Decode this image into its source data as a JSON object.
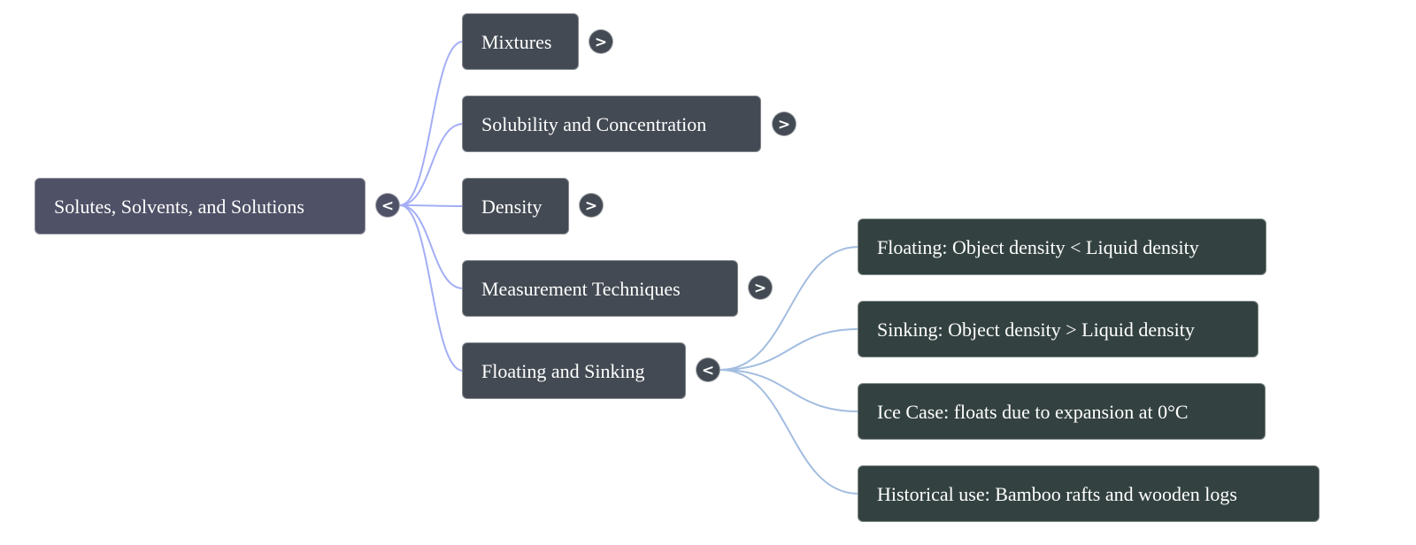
{
  "mindmap": {
    "root": {
      "label": "Solutes, Solvents, and Solutions",
      "toggle": "<",
      "expanded": true
    },
    "children": [
      {
        "label": "Mixtures",
        "toggle": ">",
        "expanded": false
      },
      {
        "label": "Solubility and Concentration",
        "toggle": ">",
        "expanded": false
      },
      {
        "label": "Density",
        "toggle": ">",
        "expanded": false
      },
      {
        "label": "Measurement Techniques",
        "toggle": ">",
        "expanded": false
      },
      {
        "label": "Floating and Sinking",
        "toggle": "<",
        "expanded": true,
        "children": [
          {
            "label": "Floating: Object density < Liquid density"
          },
          {
            "label": "Sinking: Object density > Liquid density"
          },
          {
            "label": "Ice Case: floats due to expansion at 0°C"
          },
          {
            "label": "Historical use: Bamboo rafts and wooden logs"
          }
        ]
      }
    ],
    "colors": {
      "root_node": "#4f5166",
      "level1_node": "#434a53",
      "level2_node": "#334240",
      "level1_edge": "#a3aef5",
      "level2_edge": "#a3bde0",
      "text": "#ffffff"
    }
  }
}
